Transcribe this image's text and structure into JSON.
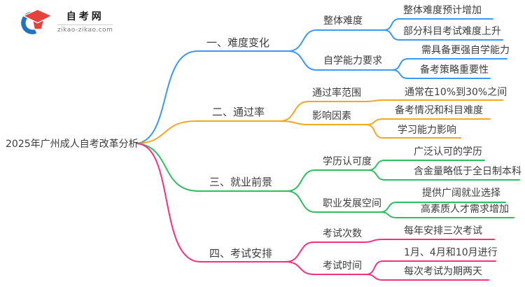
{
  "logo": {
    "title": "自考网",
    "domain": "zikao-zikao.com"
  },
  "central_topic": "2025年广州成人自考改革分析",
  "colors": {
    "branch1": "#3b98f4",
    "branch2": "#f5a623",
    "branch3": "#2dbe60",
    "branch4": "#f5317f",
    "text": "#3d3d3d",
    "logo_blue": "#2173be",
    "logo_red": "#e5423d"
  },
  "branches": [
    {
      "label": "一、难度变化",
      "color": "#3b98f4",
      "children": [
        {
          "label": "整体难度",
          "children": [
            "整体难度预计增加",
            "部分科目考试难度上升"
          ]
        },
        {
          "label": "自学能力要求",
          "children": [
            "需具备更强自学能力",
            "备考策略重要性"
          ]
        }
      ]
    },
    {
      "label": "二、通过率",
      "color": "#f5a623",
      "children": [
        {
          "label": "通过率范围",
          "children": [
            "通常在10%到30%之间"
          ]
        },
        {
          "label": "影响因素",
          "children": [
            "备考情况和科目难度",
            "学习能力影响"
          ]
        }
      ]
    },
    {
      "label": "三、就业前景",
      "color": "#2dbe60",
      "children": [
        {
          "label": "学历认可度",
          "children": [
            "广泛认可的学历",
            "含金量略低于全日制本科"
          ]
        },
        {
          "label": "职业发展空间",
          "children": [
            "提供广阔就业选择",
            "高素质人才需求增加"
          ]
        }
      ]
    },
    {
      "label": "四、考试安排",
      "color": "#f5317f",
      "children": [
        {
          "label": "考试次数",
          "children": [
            "每年安排三次考试"
          ]
        },
        {
          "label": "考试时间",
          "children": [
            "1月、4月和10月进行",
            "每次考试为期两天"
          ]
        }
      ]
    }
  ]
}
